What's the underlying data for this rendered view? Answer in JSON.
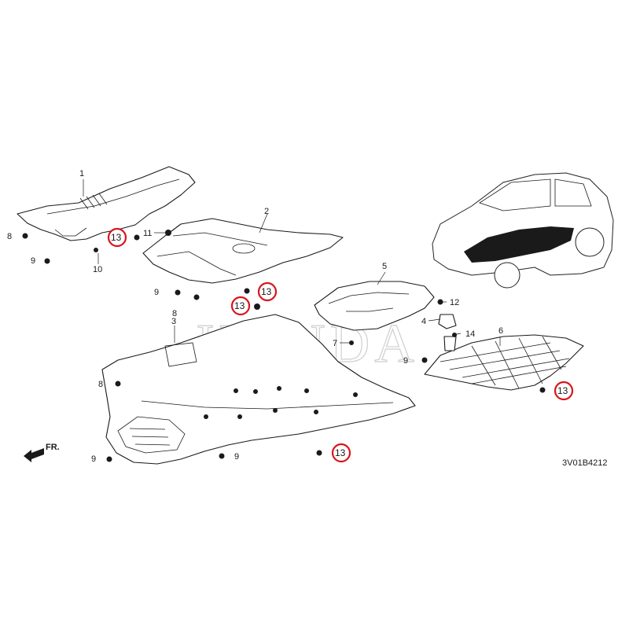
{
  "diagram_code": "3V01B4212",
  "front_label": "FR.",
  "watermark": "HONDA",
  "callouts": [
    {
      "id": "c1",
      "text": "1"
    },
    {
      "id": "c2",
      "text": "2"
    },
    {
      "id": "c3",
      "text": "3"
    },
    {
      "id": "c4",
      "text": "4"
    },
    {
      "id": "c5",
      "text": "5"
    },
    {
      "id": "c6",
      "text": "6"
    },
    {
      "id": "c7",
      "text": "7"
    },
    {
      "id": "c8a",
      "text": "8"
    },
    {
      "id": "c8b",
      "text": "8"
    },
    {
      "id": "c8c",
      "text": "8"
    },
    {
      "id": "c9a",
      "text": "9"
    },
    {
      "id": "c9b",
      "text": "9"
    },
    {
      "id": "c9c",
      "text": "9"
    },
    {
      "id": "c9d",
      "text": "9"
    },
    {
      "id": "c9e",
      "text": "9"
    },
    {
      "id": "c10",
      "text": "10"
    },
    {
      "id": "c11",
      "text": "11"
    },
    {
      "id": "c12",
      "text": "12"
    },
    {
      "id": "c14",
      "text": "14"
    }
  ],
  "highlighted": [
    {
      "id": "h1",
      "text": "13"
    },
    {
      "id": "h2",
      "text": "13"
    },
    {
      "id": "h3",
      "text": "13"
    },
    {
      "id": "h4",
      "text": "13"
    },
    {
      "id": "h5",
      "text": "13"
    }
  ],
  "colors": {
    "highlight": "#d9141b",
    "line": "#1a1a1a"
  }
}
